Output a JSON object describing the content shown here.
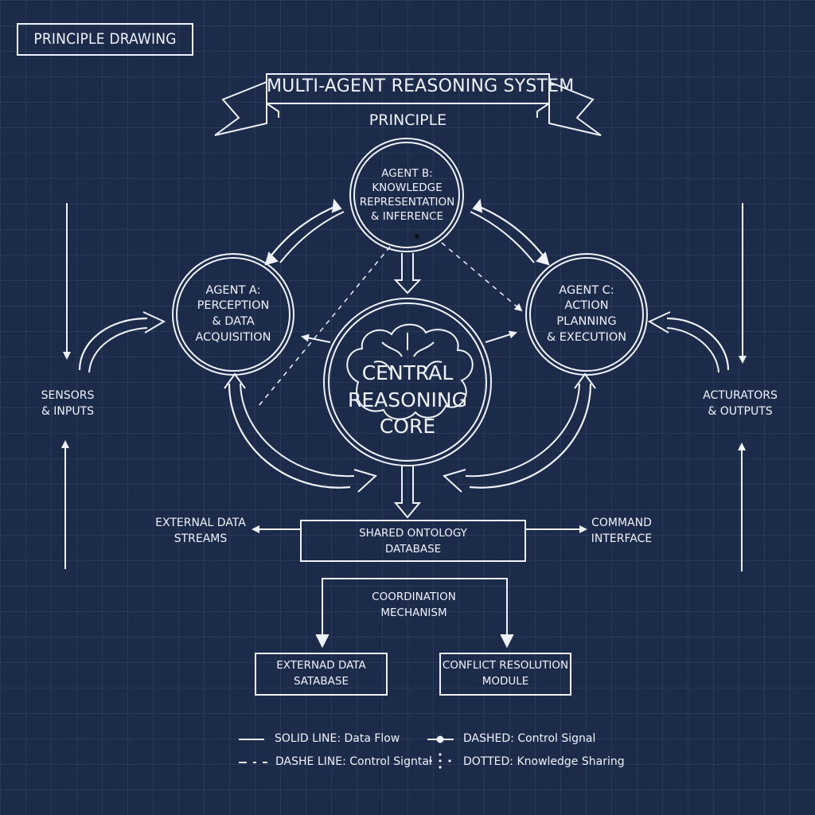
{
  "corner_label": "PRINCIPLE DRAWING",
  "banner": {
    "title": "MULTI-AGENT REASONING SYSTEM",
    "subtitle": "PRINCIPLE"
  },
  "agents": {
    "b": [
      "AGENT B:",
      "KNOWLEDGE",
      "REPRESENTATION",
      "& INFERENCE"
    ],
    "a": [
      "AGENT A:",
      "PERCEPTION",
      "& DATA",
      "ACQUISITION"
    ],
    "c": [
      "AGENT C:",
      "ACTION",
      "PLANNING",
      "& EXECUTION"
    ]
  },
  "core": [
    "CENTRAL",
    "REASONING",
    "CORE"
  ],
  "sides": {
    "left": [
      "SENSORS",
      "& INPUTS"
    ],
    "right": [
      "ACTURATORS",
      "& OUTPUTS"
    ]
  },
  "ontology": [
    "SHARED ONTOLOGY",
    "DATABASE"
  ],
  "external_streams": [
    "EXTERNAL DATA",
    "STREAMS"
  ],
  "command_interface": [
    "COMMAND",
    "INTERFACE"
  ],
  "coordination": [
    "COORDINATION",
    "MECHANISM"
  ],
  "external_db": [
    "EXTERNAD DATA",
    "SATABASE"
  ],
  "conflict": [
    "CONFLICT RESOLUTION",
    "MODULE"
  ],
  "legend": {
    "solid": "SOLID LINE: Data Flow",
    "dashed_marker": "DASHED: Control Signal",
    "dashe": "DASHE LINE: Control Signtal",
    "dotted": "DOTTED: Knowledge Sharing"
  },
  "colors": {
    "background": "#1d2b4a",
    "line": "#eef2fa",
    "grid": "#3a4c70"
  }
}
